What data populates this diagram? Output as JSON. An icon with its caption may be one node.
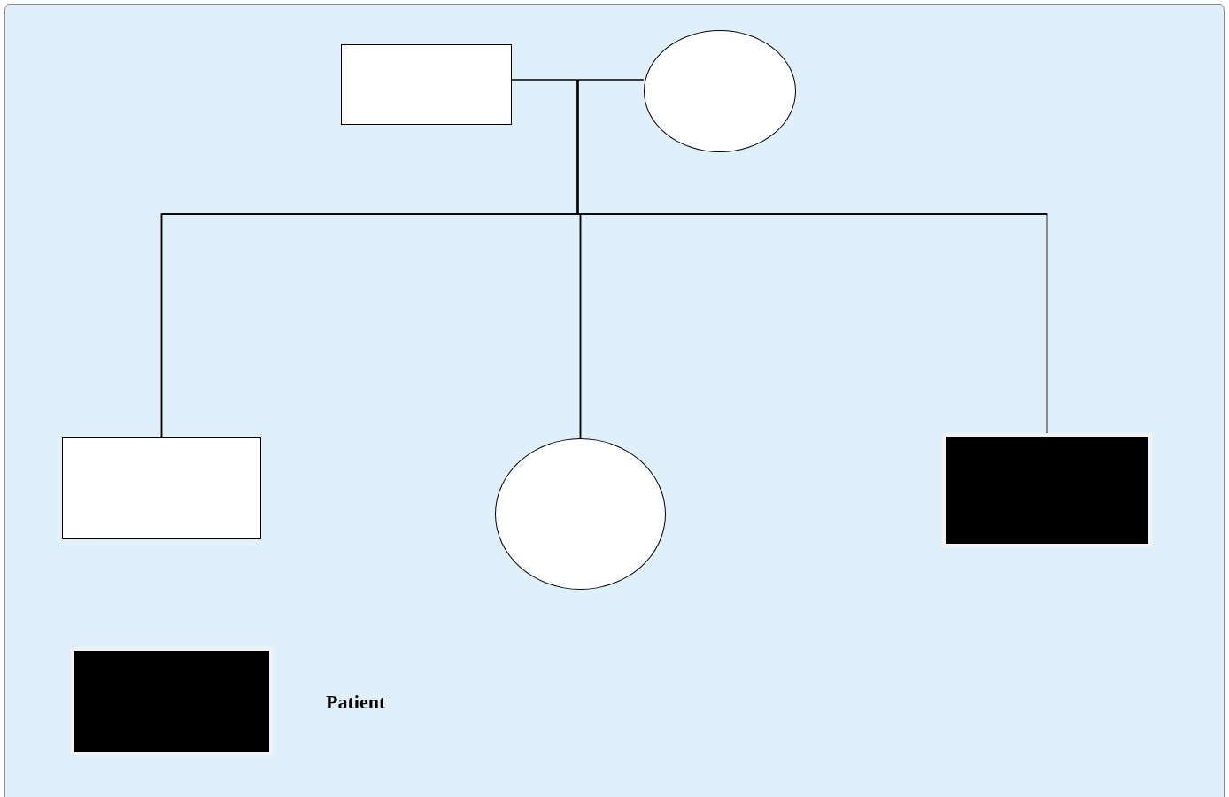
{
  "diagram": {
    "nodes": [
      {
        "text": [],
        "shape": "box"
      },
      {
        "text": [],
        "shape": "circle"
      },
      {
        "text": [],
        "shape": "box"
      },
      {
        "text": [],
        "shape": "circle"
      },
      {
        "text": [],
        "shape": "box"
      }
    ],
    "edges": [
      {
        "from": 0,
        "to": 1,
        "arrow": "none"
      },
      {
        "from": 0,
        "to": 2,
        "arrow": "none"
      },
      {
        "from": 0,
        "to": 3,
        "arrow": "none"
      },
      {
        "from": 0,
        "to": 4,
        "arrow": "none"
      },
      {
        "from": 1,
        "to": 2,
        "arrow": "none"
      },
      {
        "from": 1,
        "to": 3,
        "arrow": "none"
      },
      {
        "from": 1,
        "to": 4,
        "arrow": "none"
      }
    ],
    "legend": [
      {
        "text": "Patient",
        "color": "#000000"
      }
    ]
  }
}
